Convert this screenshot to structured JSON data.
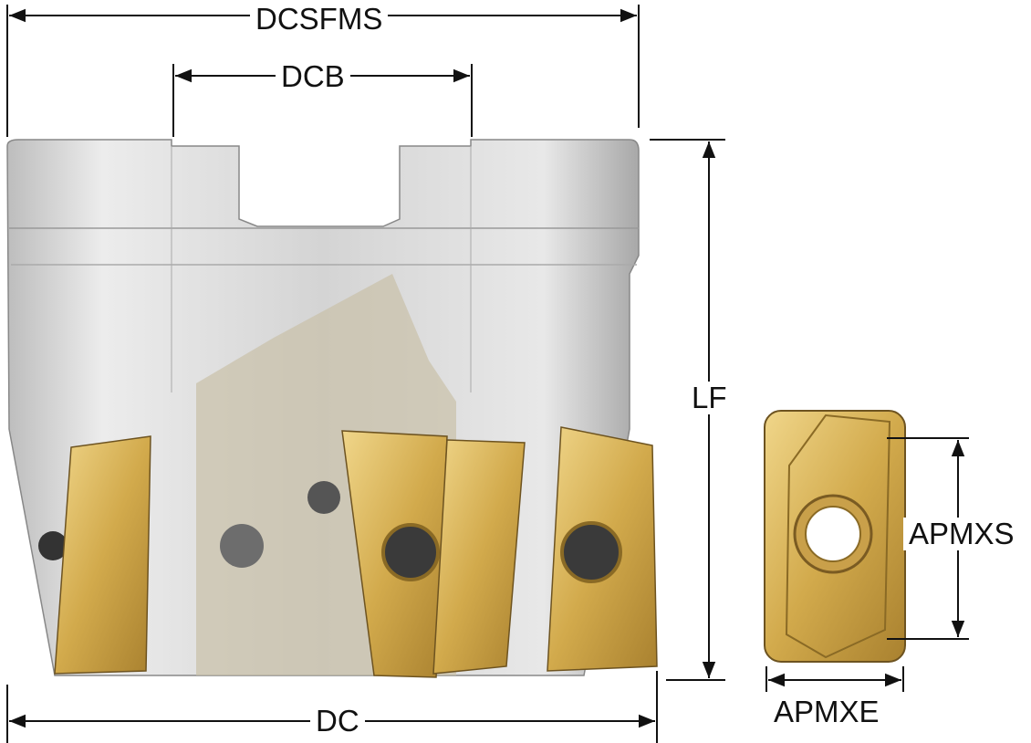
{
  "dimensions": {
    "dcsfms": "DCSFMS",
    "dcb": "DCB",
    "lf": "LF",
    "dc": "DC",
    "apmxs": "APMXS",
    "apmxe": "APMXE"
  },
  "colors": {
    "body": "#d9d9d9",
    "body_dark": "#a9a9a9",
    "insert": "#d7b35a",
    "insert_dark": "#8a6a25",
    "line": "#111111"
  }
}
